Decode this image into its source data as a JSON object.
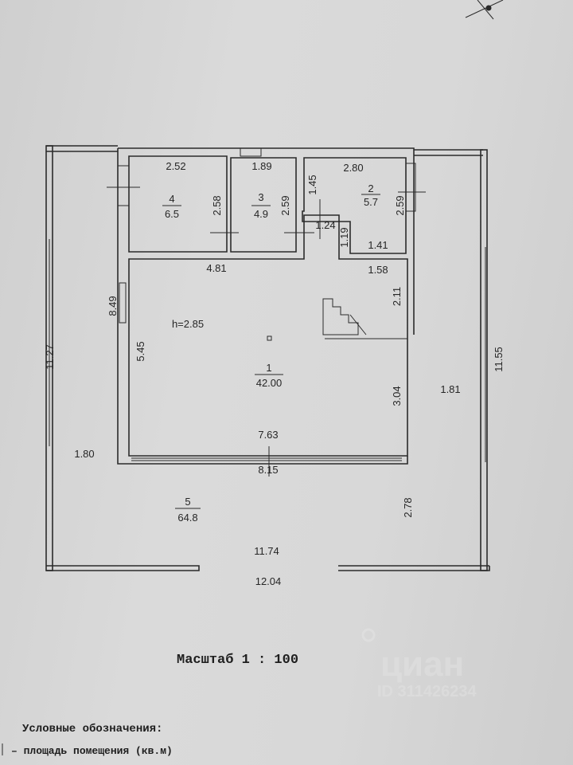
{
  "rooms": [
    {
      "number": "4",
      "area": "6.5"
    },
    {
      "number": "3",
      "area": "4.9"
    },
    {
      "number": "2",
      "area": "5.7"
    },
    {
      "number": "1",
      "area": "42.00"
    },
    {
      "number": "5",
      "area": "64.8"
    }
  ],
  "dimensions": {
    "r4_width": "2.52",
    "r4_height": "2.58",
    "r3_width": "1.89",
    "r3_height": "2.59",
    "r2_width": "2.80",
    "r2_height": "2.59",
    "r2_left": "1.45",
    "hall_small": "1.24",
    "hall_small_h": "1.19",
    "r2_bottom": "1.41",
    "hall_top_left": "4.81",
    "hall_top_right": "1.58",
    "house_left": "8.49",
    "hall_left": "5.45",
    "stair_h": "2.11",
    "hall_right": "3.04",
    "hall_bottom_inner": "7.63",
    "house_bottom": "8.15",
    "terrace_left_h": "11.27",
    "terrace_right_h": "11.55",
    "terrace_right_w": "1.81",
    "terrace_left_w": "1.80",
    "terrace_bottom_d": "2.78",
    "terrace_bottom_inner": "11.74",
    "terrace_bottom_outer": "12.04"
  },
  "ceiling_height": "h=2.85",
  "scale": "Масштаб 1 : 100",
  "legend": {
    "title": "Условные обозначения:",
    "items": [
      "–  площадь помещения (кв.м)"
    ]
  },
  "watermark": {
    "brand": "циан",
    "id": "ID 311426234"
  },
  "colors": {
    "ink": "#2b2b2b",
    "paper": "#d6d6d6"
  }
}
